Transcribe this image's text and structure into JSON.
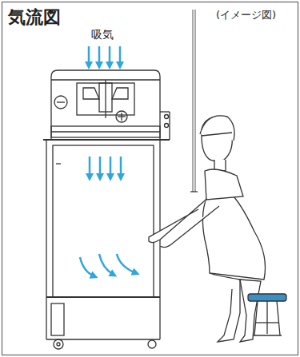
{
  "diagram": {
    "title": "気流図",
    "labels": [
      "(イメージ図)",
      "吸気"
    ]
  }
}
